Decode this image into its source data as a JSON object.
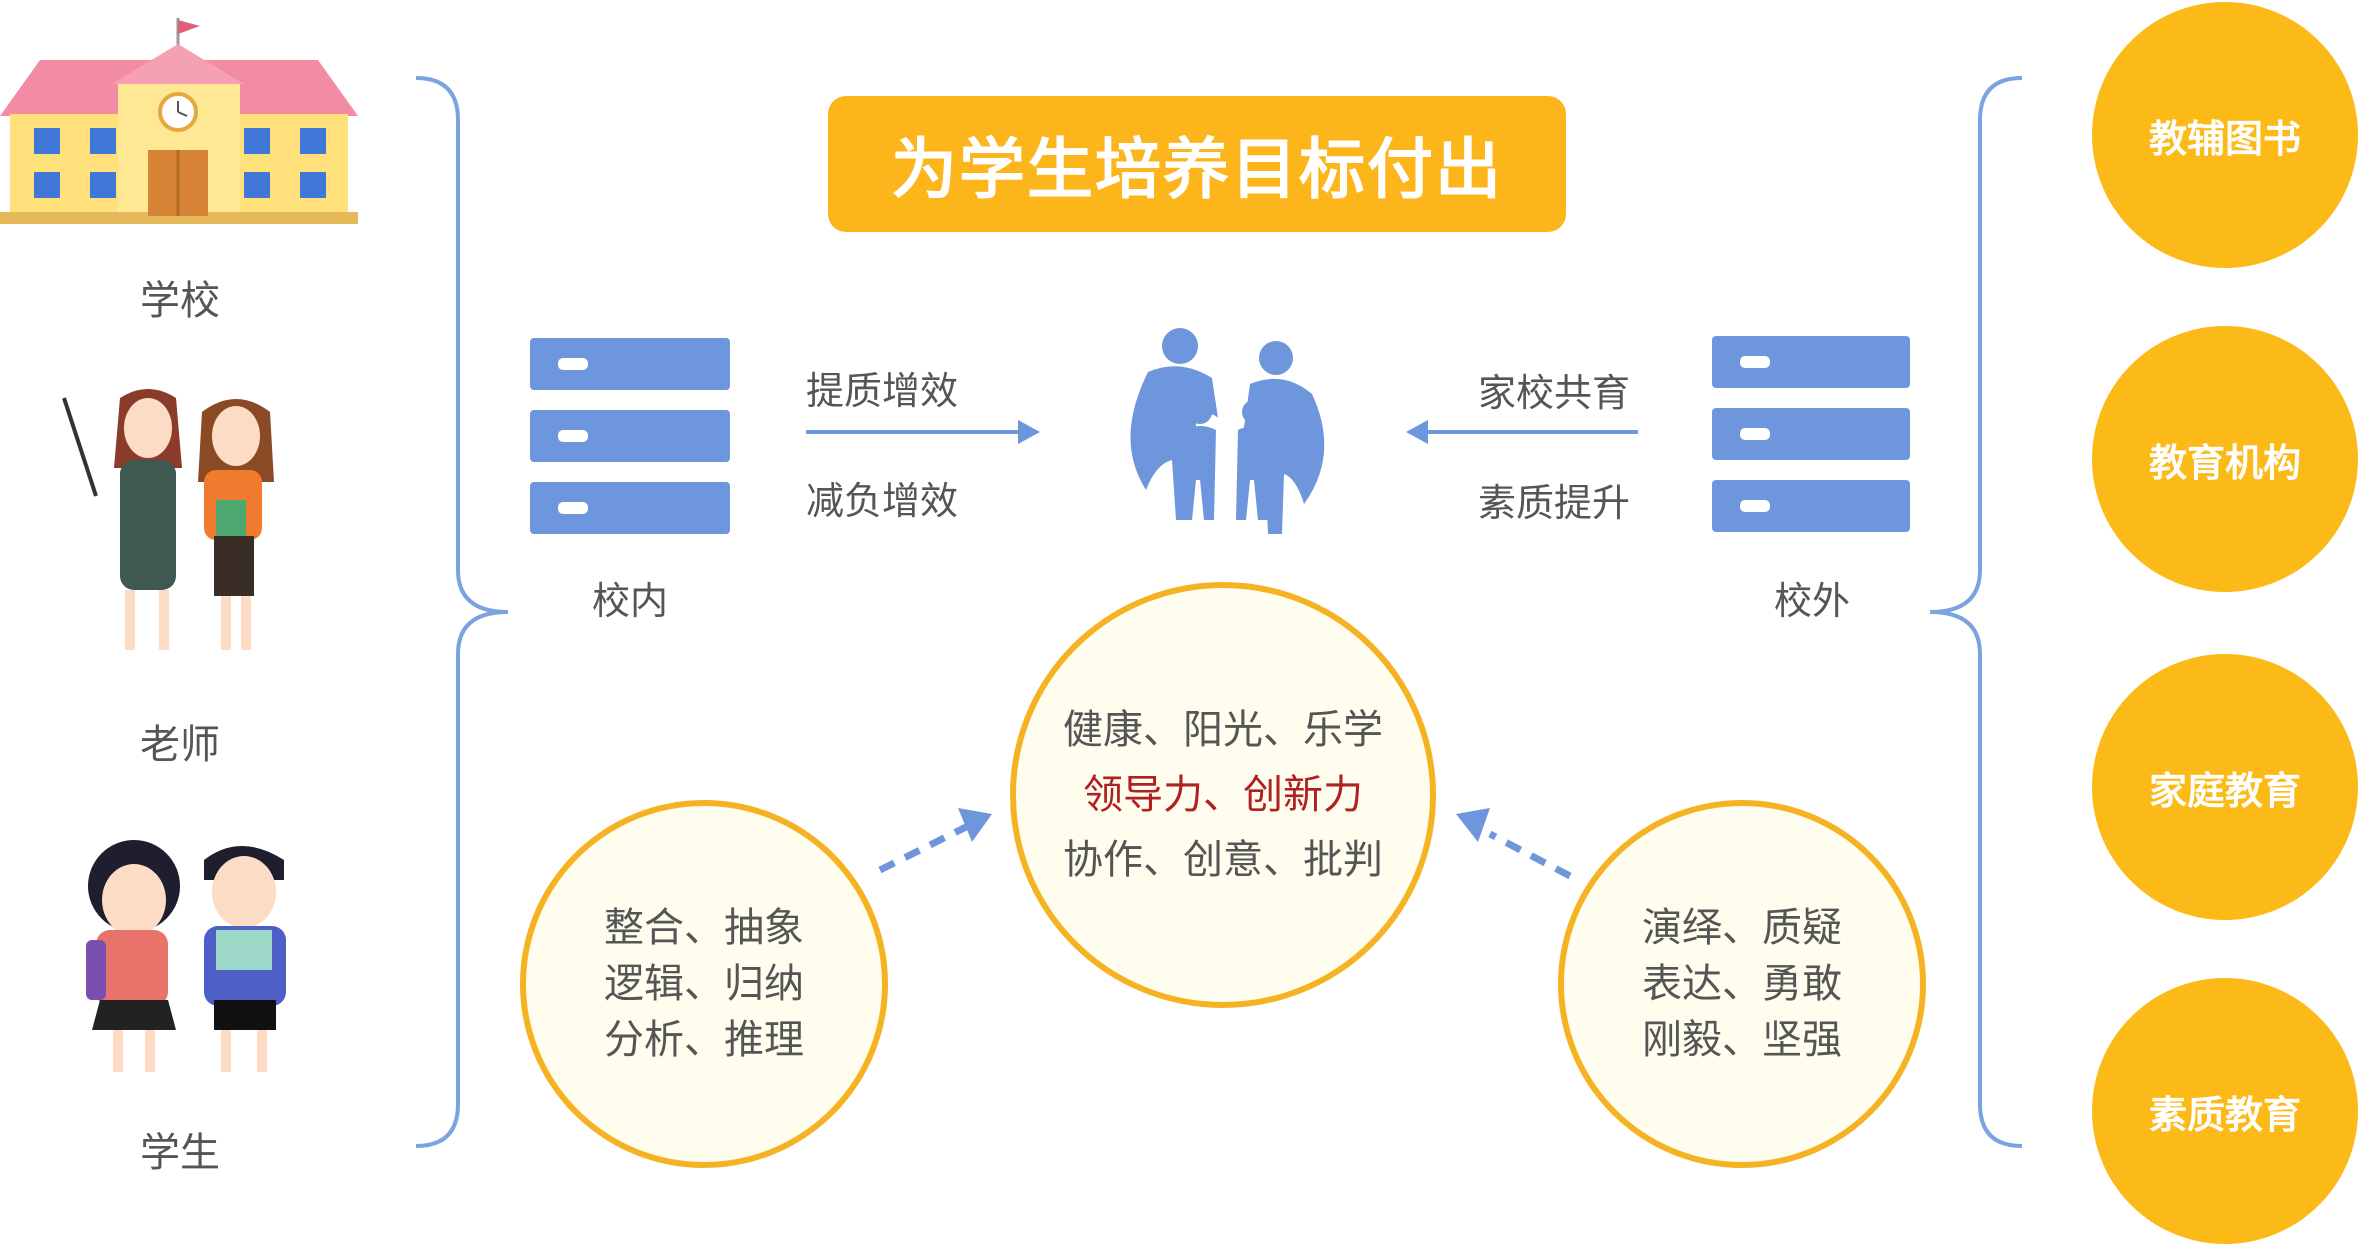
{
  "left_column": {
    "school_label": "学校",
    "teacher_label": "老师",
    "student_label": "学生"
  },
  "title": "为学生培养目标付出",
  "inside": {
    "label": "校内",
    "flow_top": "提质增效",
    "flow_bottom": "减负增效"
  },
  "outside": {
    "label": "校外",
    "flow_top": "家校共育",
    "flow_bottom": "素质提升"
  },
  "center_circle": {
    "line1": "健康、阳光、乐学",
    "line2": "领导力、创新力",
    "line3": "协作、创意、批判"
  },
  "left_circle": {
    "line1": "整合、抽象",
    "line2": "逻辑、归纳",
    "line3": "分析、推理"
  },
  "right_circle": {
    "line1": "演绎、质疑",
    "line2": "表达、勇敢",
    "line3": "刚毅、坚强"
  },
  "right_column": [
    {
      "label": "教辅图书"
    },
    {
      "label": "教育机构"
    },
    {
      "label": "家庭教育"
    },
    {
      "label": "素质教育"
    }
  ],
  "colors": {
    "yellow": "#FCB61C",
    "blue": "#6E96DC",
    "bracket": "#7BA3E0",
    "highlight": "#B02020"
  }
}
